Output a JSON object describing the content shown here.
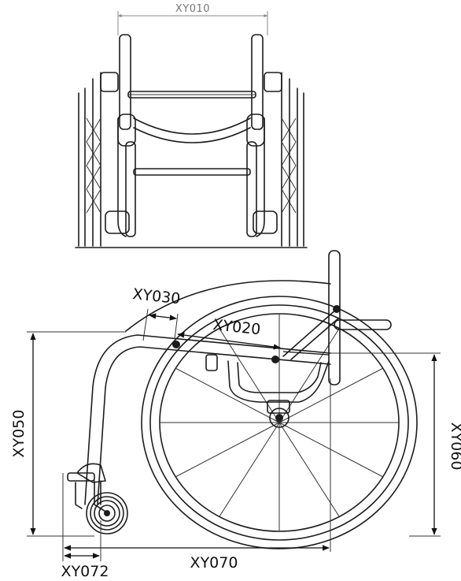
{
  "dimensions": {
    "top_width": "XY010",
    "seat_depth": "XY020",
    "backrest_offset": "XY030",
    "front_height": "XY050",
    "rear_height": "XY060",
    "overall_length": "XY070",
    "caster_offset": "XY072"
  },
  "colors": {
    "line": "#1c1c1c",
    "dimension_line": "#111111",
    "faint_line": "#8a8a8a"
  }
}
